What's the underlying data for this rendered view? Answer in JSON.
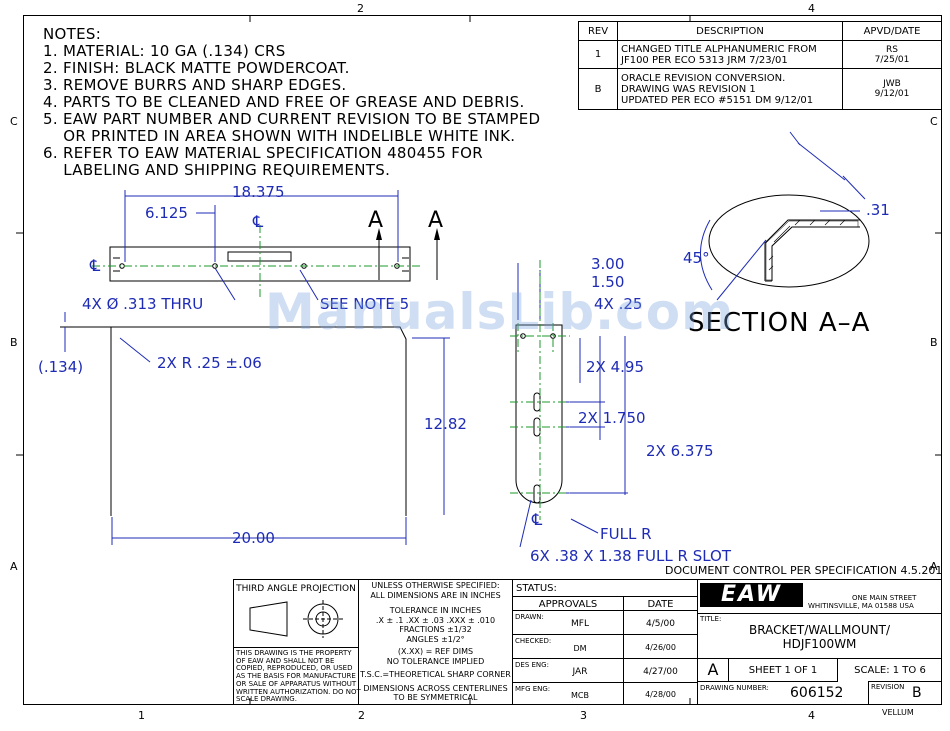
{
  "notes": {
    "title": "NOTES:",
    "items": [
      "1. MATERIAL: 10 GA (.134) CRS",
      "2. FINISH: BLACK MATTE POWDERCOAT.",
      "3. REMOVE BURRS AND SHARP EDGES.",
      "4. PARTS TO BE CLEANED AND FREE OF GREASE AND DEBRIS.",
      "5. EAW PART NUMBER AND CURRENT REVISION TO BE STAMPED",
      "    OR PRINTED IN AREA SHOWN WITH INDELIBLE WHITE INK.",
      "6. REFER TO EAW MATERIAL SPECIFICATION 480455 FOR",
      "    LABELING AND SHIPPING REQUIREMENTS."
    ]
  },
  "revisions": {
    "headers": [
      "REV",
      "DESCRIPTION",
      "APVD/DATE"
    ],
    "rows": [
      {
        "rev": "1",
        "desc1": "CHANGED TITLE ALPHANUMERIC FROM",
        "desc2": "JF100 PER ECO 5313 JRM 7/23/01",
        "desc3": "",
        "apvd1": "RS",
        "apvd2": "7/25/01"
      },
      {
        "rev": "B",
        "desc1": "ORACLE REVISION CONVERSION.",
        "desc2": "DRAWING WAS REVISION 1",
        "desc3": "UPDATED PER ECO #5151 DM 9/12/01",
        "apvd1": "JWB",
        "apvd2": "9/12/01"
      }
    ]
  },
  "zones": {
    "top": [
      "2",
      "4"
    ],
    "bottom": [
      "1",
      "2",
      "3",
      "4"
    ],
    "left": [
      "C",
      "B",
      "A"
    ],
    "right": [
      "C",
      "B",
      "A"
    ]
  },
  "dims": {
    "d18375": "18.375",
    "d6125": "6.125",
    "cl": "℄",
    "sectA": "A",
    "holes": "4X Ø .313 THRU",
    "seeNote": "SEE NOTE 5",
    "t134": "(.134)",
    "r25": "2X R .25 ±.06",
    "h1282": "12.82",
    "w2000": "20.00",
    "d300": "3.00",
    "d150": "1.50",
    "d4x25": "4X .25",
    "d495": "2X 4.95",
    "d1750": "2X 1.750",
    "d6375": "2X 6.375",
    "fullR": "FULL R",
    "slot": "6X .38 X 1.38 FULL R SLOT",
    "d31": ".31",
    "a45": "45°",
    "sectionLabel": "SECTION A–A"
  },
  "docControl": "DOCUMENT CONTROL PER SPECIFICATION 4.5.201",
  "titleBlock": {
    "projection": "THIRD ANGLE PROJECTION",
    "property": [
      "THIS DRAWING IS THE PROPERTY",
      "OF EAW AND SHALL NOT BE",
      "COPIED, REPRODUCED, OR USED",
      "AS THE BASIS FOR MANUFACTURE",
      "OR SALE OF APPARATUS WITHOUT",
      "WRITTEN AUTHORIZATION.  DO NOT",
      "SCALE DRAWING."
    ],
    "tol": [
      "UNLESS OTHERWISE SPECIFIED:",
      "ALL DIMENSIONS ARE IN INCHES",
      "TOLERANCE IN INCHES",
      ".X ± .1    .XX ± .03   .XXX ± .010",
      "FRACTIONS ±1/32",
      "ANGLES ±1/2°",
      "(X.XX) = REF DIMS",
      "NO TOLERANCE IMPLIED",
      "T.S.C.=THEORETICAL SHARP CORNER",
      "DIMENSIONS ACROSS CENTERLINES",
      "TO BE SYMMETRICAL"
    ],
    "status": "STATUS:",
    "approvals": "APPROVALS",
    "dateHdr": "DATE",
    "rows": [
      {
        "role": "DRAWN:",
        "name": "MFL",
        "date": "4/5/00"
      },
      {
        "role": "CHECKED:",
        "name": "DM",
        "date": "4/26/00"
      },
      {
        "role": "DES ENG:",
        "name": "JAR",
        "date": "4/27/00"
      },
      {
        "role": "MFG ENG:",
        "name": "MCB",
        "date": "4/28/00"
      }
    ],
    "logo": "EAW",
    "address1": "ONE MAIN STREET",
    "address2": "WHITINSVILLE, MA   01588  USA",
    "titleLbl": "TITLE:",
    "title1": "BRACKET/WALLMOUNT/",
    "title2": "HDJF100WM",
    "size": "A",
    "sheet": "SHEET 1 OF 1",
    "scale": "SCALE: 1 TO 6",
    "dwgLbl": "DRAWING NUMBER:",
    "dwgNo": "606152",
    "revLbl": "REVISION",
    "rev": "B",
    "vellum": "VELLUM"
  },
  "watermark": "ManualsLib.com"
}
